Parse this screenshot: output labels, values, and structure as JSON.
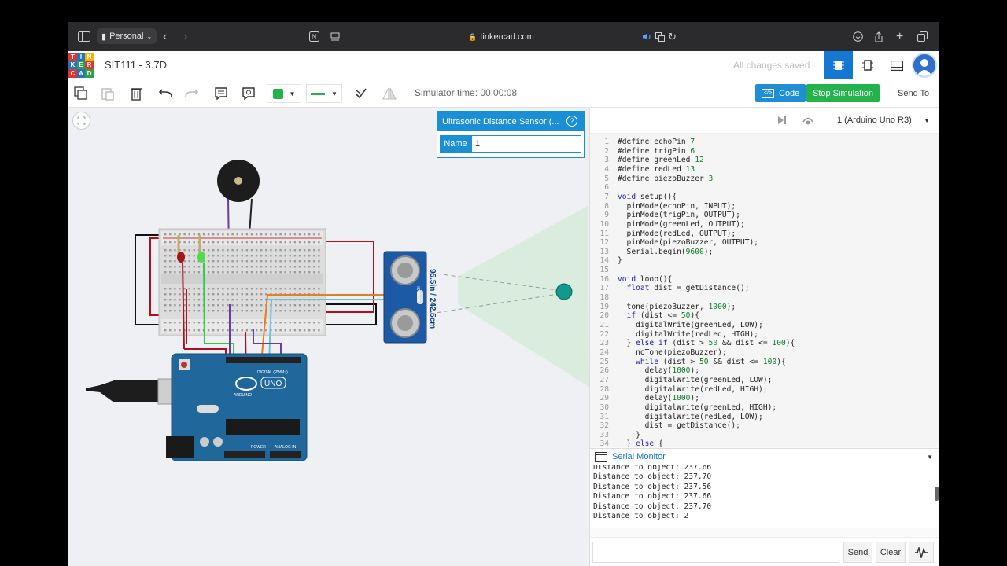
{
  "browser": {
    "profile": "Personal",
    "url": "tinkercad.com"
  },
  "header": {
    "logo_letters": [
      "T",
      "I",
      "N",
      "K",
      "E",
      "R",
      "C",
      "A",
      "D"
    ],
    "design_title": "SIT111 - 3.7D",
    "save_status": "All changes saved"
  },
  "toolbar": {
    "sim_time": "Simulator time: 00:00:08",
    "code_label": "Code",
    "stop_label": "Stop Simulation",
    "send_label": "Send To"
  },
  "inspector": {
    "title": "Ultrasonic Distance Sensor (...",
    "help": "?",
    "name_label": "Name",
    "name_value": "1"
  },
  "circuit": {
    "sensor_reading": "95.5in / 242.5cm",
    "sensor_model": "HC-SR04",
    "board_label": "UNO",
    "board_brand": "ARDUINO",
    "digital_label": "DIGITAL (PWM~)",
    "power_label": "POWER",
    "analog_label": "ANALOG IN"
  },
  "code_panel": {
    "device": "1 (Arduino Uno R3)",
    "lines": [
      {
        "n": "1",
        "t": "#define echoPin 7"
      },
      {
        "n": "2",
        "t": "#define trigPin 6"
      },
      {
        "n": "3",
        "t": "#define greenLed 12"
      },
      {
        "n": "4",
        "t": "#define redLed 13"
      },
      {
        "n": "5",
        "t": "#define piezoBuzzer 3"
      },
      {
        "n": "6",
        "t": ""
      },
      {
        "n": "7",
        "t": "void setup(){"
      },
      {
        "n": "8",
        "t": "  pinMode(echoPin, INPUT);"
      },
      {
        "n": "9",
        "t": "  pinMode(trigPin, OUTPUT);"
      },
      {
        "n": "10",
        "t": "  pinMode(greenLed, OUTPUT);"
      },
      {
        "n": "11",
        "t": "  pinMode(redLed, OUTPUT);"
      },
      {
        "n": "12",
        "t": "  pinMode(piezoBuzzer, OUTPUT);"
      },
      {
        "n": "13",
        "t": "  Serial.begin(9600);"
      },
      {
        "n": "14",
        "t": "}"
      },
      {
        "n": "15",
        "t": ""
      },
      {
        "n": "16",
        "t": "void loop(){"
      },
      {
        "n": "17",
        "t": "  float dist = getDistance();"
      },
      {
        "n": "18",
        "t": ""
      },
      {
        "n": "19",
        "t": "  tone(piezoBuzzer, 1000);"
      },
      {
        "n": "20",
        "t": "  if (dist <= 50){"
      },
      {
        "n": "21",
        "t": "    digitalWrite(greenLed, LOW);"
      },
      {
        "n": "22",
        "t": "    digitalWrite(redLed, HIGH);"
      },
      {
        "n": "23",
        "t": "  } else if (dist > 50 && dist <= 100){"
      },
      {
        "n": "24",
        "t": "    noTone(piezoBuzzer);"
      },
      {
        "n": "25",
        "t": "    while (dist > 50 && dist <= 100){"
      },
      {
        "n": "26",
        "t": "      delay(1000);"
      },
      {
        "n": "27",
        "t": "      digitalWrite(greenLed, LOW);"
      },
      {
        "n": "28",
        "t": "      digitalWrite(redLed, HIGH);"
      },
      {
        "n": "29",
        "t": "      delay(1000);"
      },
      {
        "n": "30",
        "t": "      digitalWrite(greenLed, HIGH);"
      },
      {
        "n": "31",
        "t": "      digitalWrite(redLed, LOW);"
      },
      {
        "n": "32",
        "t": "      dist = getDistance();"
      },
      {
        "n": "33",
        "t": "    }"
      },
      {
        "n": "34",
        "t": "  } else {"
      }
    ]
  },
  "serial": {
    "title": "Serial Monitor",
    "lines": [
      "Distance to object: 237.66",
      "Distance to object: 237.70",
      "Distance to object: 237.56",
      "Distance to object: 237.66",
      "Distance to object: 237.70",
      "Distance to object: 2"
    ],
    "send_label": "Send",
    "clear_label": "Clear"
  },
  "colors": {
    "accent": "#1477d1",
    "stop": "#23b34b",
    "canvas": "#eef0f3"
  }
}
